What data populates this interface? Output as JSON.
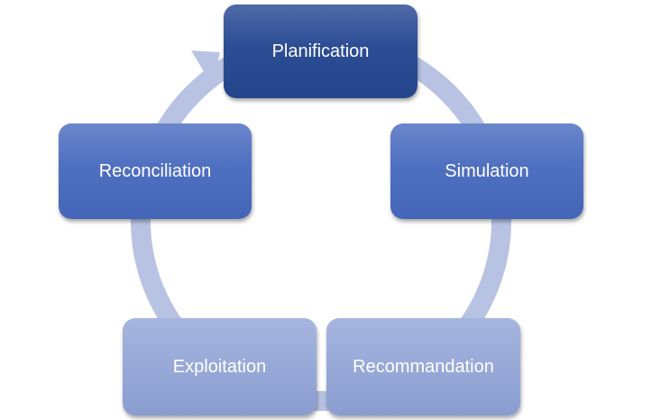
{
  "diagram": {
    "type": "cycle",
    "nodes": [
      {
        "id": "planification",
        "label": "Planification"
      },
      {
        "id": "simulation",
        "label": "Simulation"
      },
      {
        "id": "recommandation",
        "label": "Recommandation"
      },
      {
        "id": "exploitation",
        "label": "Exploitation"
      },
      {
        "id": "reconciliation",
        "label": "Reconciliation"
      }
    ],
    "flow_direction": "clockwise",
    "colors": {
      "ring": "#b8c3e3",
      "node_dark": "#2c4d94",
      "node_mid": "#4f6fc0",
      "node_light": "#98a9d8",
      "text": "#ffffff"
    }
  }
}
